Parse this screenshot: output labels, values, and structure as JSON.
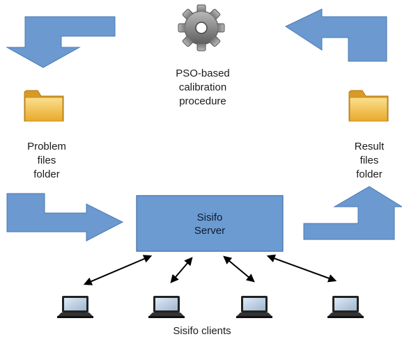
{
  "labels": {
    "pso": "PSO-based\ncalibration\nprocedure",
    "problem_folder": "Problem\nfiles\nfolder",
    "result_folder": "Result\nfiles\nfolder",
    "server": "Sisifo\nServer",
    "clients": "Sisifo clients"
  },
  "icons": {
    "gear": "gear-icon",
    "folder": "folder-icon",
    "laptop": "laptop-icon"
  },
  "colors": {
    "arrow_fill": "#6b99d0",
    "arrow_stroke": "#4a7ab5",
    "server_fill": "#6c9bd2",
    "server_stroke": "#3f6fa8",
    "folder_fill": "#f6c95a",
    "gear_fill": "#8a8a8a"
  }
}
